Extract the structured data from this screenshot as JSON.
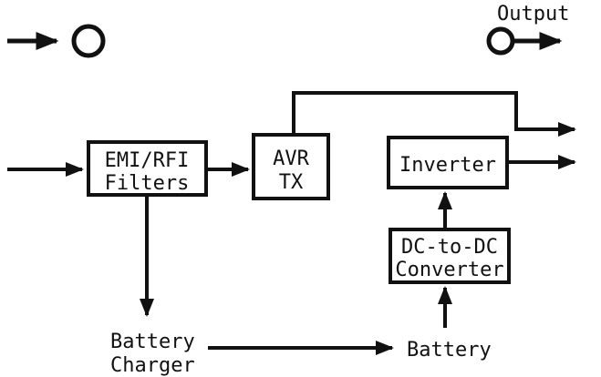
{
  "colors": {
    "line": "#111111",
    "background": "#ffffff"
  },
  "terminals": {
    "output_label": "Output"
  },
  "blocks": {
    "emi": {
      "line1": "EMI/RFI",
      "line2": "Filters"
    },
    "avr": {
      "line1": "AVR",
      "line2": "TX"
    },
    "inverter": {
      "label": "Inverter"
    },
    "dcdc": {
      "line1": "DC-to-DC",
      "line2": "Converter"
    }
  },
  "nodes": {
    "battery_charger": {
      "line1": "Battery",
      "line2": "Charger"
    },
    "battery": {
      "label": "Battery"
    }
  }
}
